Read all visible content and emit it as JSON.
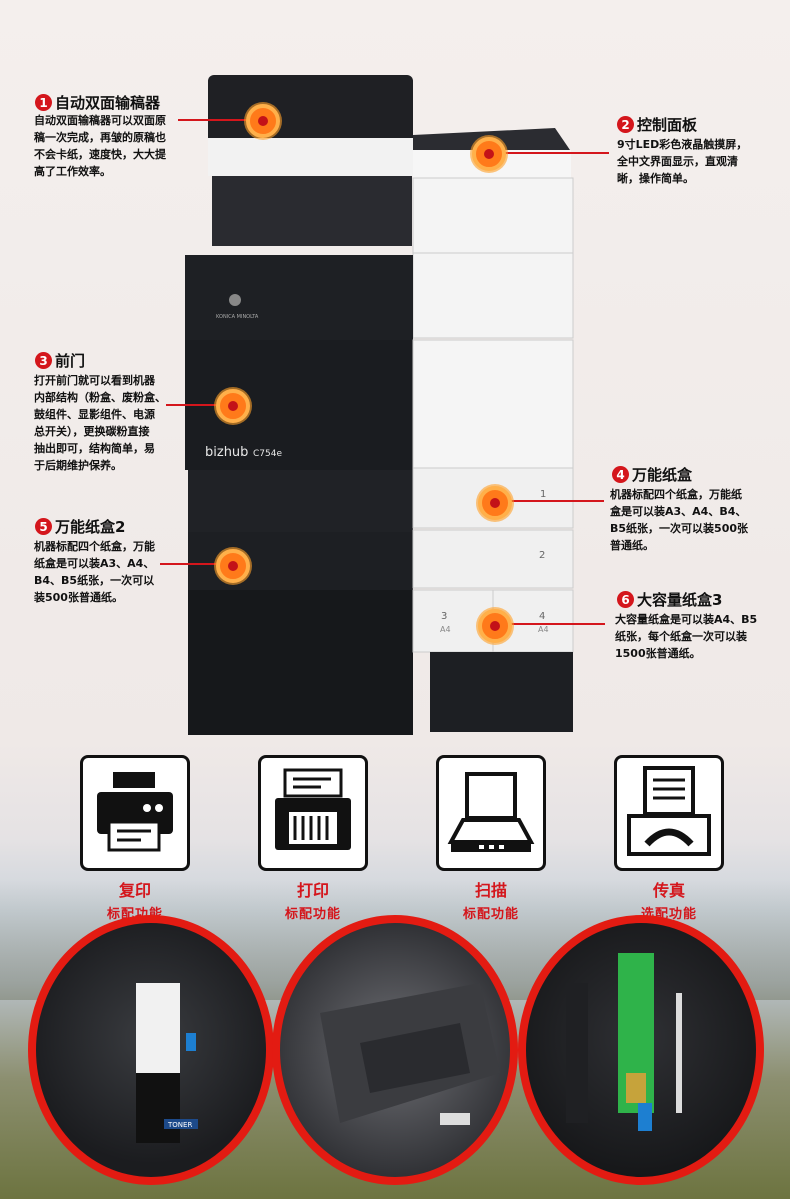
{
  "copier": {
    "model_label": "bizhub",
    "model_suffix": "C754e",
    "brand": "KONICA MINOLTA"
  },
  "callouts": [
    {
      "number": "1",
      "title": "自动双面输稿器",
      "desc_lines": [
        "自动双面输稿器可以双面原",
        "稿一次完成，再皱的原稿也",
        "不会卡纸，速度快，大大提",
        "高了工作效率。"
      ]
    },
    {
      "number": "2",
      "title": "控制面板",
      "desc_lines": [
        "9寸LED彩色液晶触摸屏，",
        "全中文界面显示，直观清",
        "晰，操作简单。"
      ]
    },
    {
      "number": "3",
      "title": "前门",
      "desc_lines": [
        "打开前门就可以看到机器",
        "内部结构（粉盒、废粉盒、",
        "鼓组件、显影组件、电源",
        "总开关），更换碳粉直接",
        "抽出即可，结构简单，易",
        "于后期维护保养。"
      ]
    },
    {
      "number": "4",
      "title": "万能纸盒",
      "desc_lines": [
        "机器标配四个纸盒，万能纸",
        "盒是可以装A3、A4、B4、",
        "B5纸张，一次可以装500张",
        "普通纸。"
      ]
    },
    {
      "number": "5",
      "title": "万能纸盒2",
      "desc_lines": [
        "机器标配四个纸盒，万能",
        "纸盒是可以装A3、A4、",
        "B4、B5纸张，一次可以",
        "装500张普通纸。"
      ]
    },
    {
      "number": "6",
      "title": "大容量纸盒3",
      "desc_lines": [
        "大容量纸盒是可以装A4、B5",
        "纸张，每个纸盒一次可以装",
        "1500张普通纸。"
      ]
    }
  ],
  "trays": [
    "1",
    "2",
    "3",
    "4"
  ],
  "tray_sizes": [
    "A4",
    "A4"
  ],
  "functions": [
    {
      "name": "复印",
      "sub": "标配功能",
      "icon": "copier-icon"
    },
    {
      "name": "打印",
      "sub": "标配功能",
      "icon": "printer-icon"
    },
    {
      "name": "扫描",
      "sub": "标配功能",
      "icon": "scanner-icon"
    },
    {
      "name": "传真",
      "sub": "选配功能",
      "icon": "fax-icon"
    }
  ],
  "photos": [
    {
      "label": "TONER"
    },
    {
      "label": ""
    },
    {
      "label": ""
    }
  ],
  "colors": {
    "accent_red": "#d4161c",
    "marker_orange": "#ff7a1a"
  }
}
